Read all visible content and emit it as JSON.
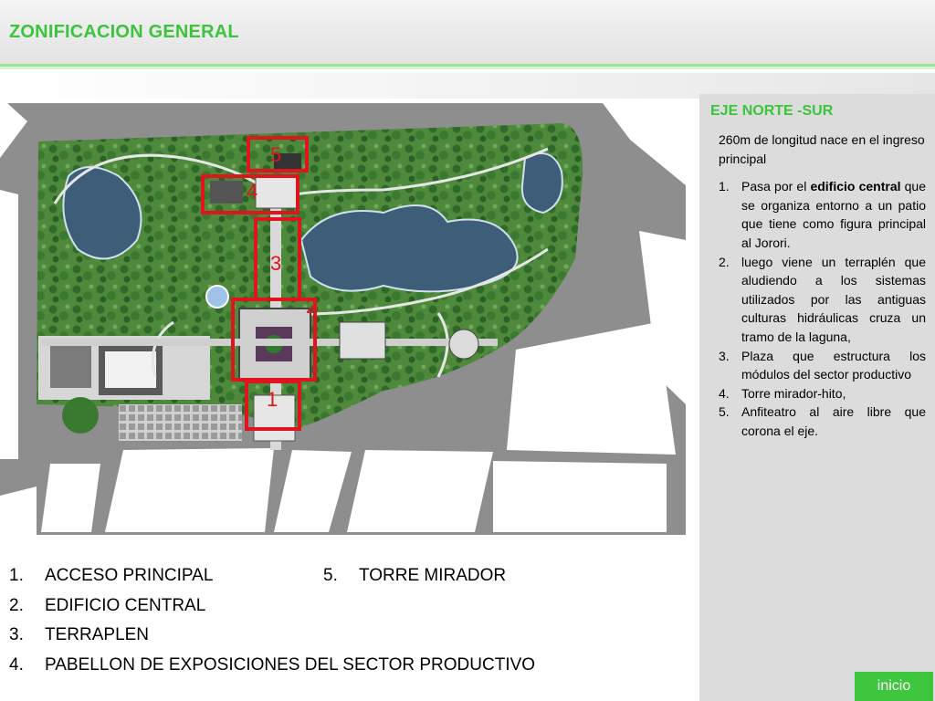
{
  "header": {
    "title": "ZONIFICACION GENERAL"
  },
  "map": {
    "zones": [
      {
        "number": "1"
      },
      {
        "number": "2"
      },
      {
        "number": "3"
      },
      {
        "number": "4"
      },
      {
        "number": "5"
      }
    ],
    "colors": {
      "grass": "#4f8a3c",
      "road": "#8e8e8e",
      "water": "#3e5d78",
      "highlight": "#e0141c"
    }
  },
  "side_panel": {
    "title": "EJE NORTE -SUR",
    "intro": "260m de longitud  nace en el ingreso principal",
    "items": [
      {
        "number": "1.",
        "before": "Pasa por el ",
        "bold": "edificio central",
        "after": " que se organiza entorno a un patio que tiene como figura principal al Jorori."
      },
      {
        "number": "2.",
        "before": "luego viene un terraplén que aludiendo a los sistemas utilizados por las antiguas culturas hidráulicas cruza un tramo de la laguna,",
        "bold": "",
        "after": ""
      },
      {
        "number": "3.",
        "before": "Plaza que estructura los módulos del sector productivo",
        "bold": "",
        "after": ""
      },
      {
        "number": "4.",
        "before": "Torre mirador-hito,",
        "bold": "",
        "after": ""
      },
      {
        "number": "5.",
        "before": "Anfiteatro al aire libre que corona el eje.",
        "bold": "",
        "after": ""
      }
    ],
    "button_label": "inicio",
    "accent": "#3cc43c"
  },
  "legend": {
    "items": [
      {
        "number": "1.",
        "label": "ACCESO PRINCIPAL"
      },
      {
        "number": "2.",
        "label": "EDIFICIO CENTRAL"
      },
      {
        "number": "3.",
        "label": "TERRAPLEN"
      },
      {
        "number": "4.",
        "label": "PABELLON DE EXPOSICIONES DEL SECTOR PRODUCTIVO"
      },
      {
        "number": "5.",
        "label": "TORRE MIRADOR"
      }
    ]
  }
}
